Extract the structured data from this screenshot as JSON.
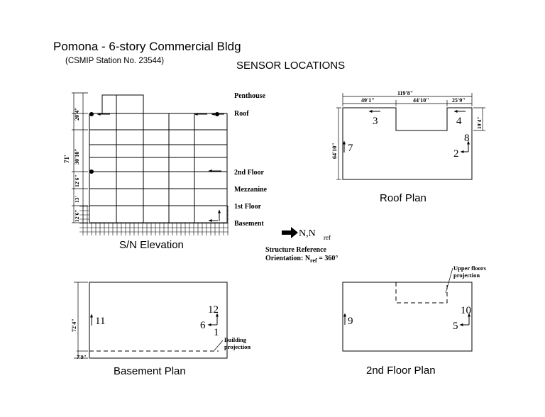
{
  "header": {
    "title": "Pomona - 6-story Commercial Bldg",
    "station": "(CSMIP Station No. 23544)",
    "sensor_heading": "SENSOR LOCATIONS"
  },
  "elevation": {
    "caption": "S/N Elevation",
    "floor_labels": [
      "Penthouse",
      "Roof",
      "2nd Floor",
      "Mezzanine",
      "1st Floor",
      "Basement"
    ],
    "dimensions": {
      "total": "71'",
      "roof_seg": "20'4\"",
      "mid_seg": "30'10\"",
      "second_seg": "12'6\"",
      "mezz_seg": "13'",
      "first_seg": "12'6\""
    }
  },
  "roof_plan": {
    "caption": "Roof Plan",
    "dims": {
      "overall": "119'8\"",
      "left": "49'1\"",
      "middle": "44'10\"",
      "right": "25'9\"",
      "depth": "64'10\"",
      "notch": "19'4\""
    },
    "sensors": [
      "3",
      "4",
      "8",
      "2",
      "7"
    ]
  },
  "orientation": {
    "symbol": "N,N",
    "symbol_sub": "ref",
    "line1": "Structure Reference",
    "line2_prefix": "Orientation: N",
    "line2_sub": "ref",
    "line2_suffix": " = 360°"
  },
  "basement_plan": {
    "caption": "Basement Plan",
    "dims": {
      "depth": "72'4\"",
      "offset": "7'9\""
    },
    "projection_label": [
      "Building",
      "projection"
    ],
    "sensors": [
      "11",
      "12",
      "6",
      "1"
    ]
  },
  "second_floor_plan": {
    "caption": "2nd Floor Plan",
    "projection_label": [
      "Upper floors",
      "projection"
    ],
    "sensors": [
      "9",
      "10",
      "5"
    ]
  }
}
